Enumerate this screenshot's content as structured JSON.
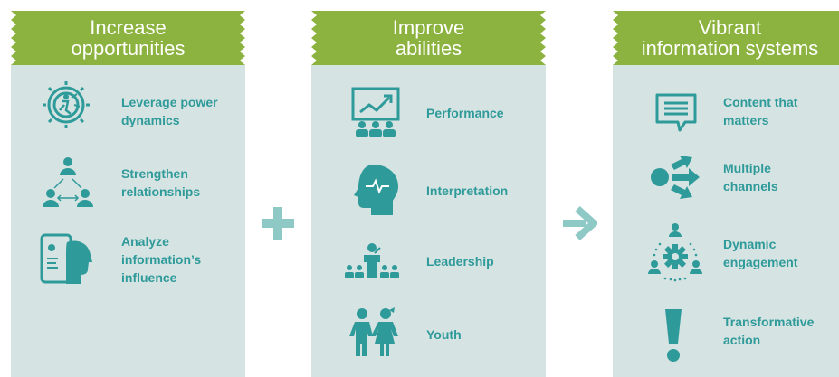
{
  "columns": [
    {
      "header": {
        "line1": "Increase",
        "line2": "opportunities"
      },
      "items": [
        {
          "icon": "gear-person-breaking-chain-icon",
          "line1": "Leverage power",
          "line2": "dynamics"
        },
        {
          "icon": "connected-people-network-icon",
          "line1": "Strengthen",
          "line2": "relationships"
        },
        {
          "icon": "tablet-profile-head-icon",
          "line1": "Analyze",
          "line2": "information’s",
          "line3": "influence"
        }
      ]
    },
    {
      "header": {
        "line1": "Improve",
        "line2": "abilities"
      },
      "items": [
        {
          "icon": "presentation-audience-icon",
          "line1": "Performance"
        },
        {
          "icon": "head-pulse-icon",
          "line1": "Interpretation"
        },
        {
          "icon": "speaker-podium-audience-icon",
          "line1": "Leadership"
        },
        {
          "icon": "boy-girl-icon",
          "line1": "Youth"
        }
      ]
    },
    {
      "header": {
        "line1": "Vibrant",
        "line2": "information systems"
      },
      "items": [
        {
          "icon": "speech-bubble-text-icon",
          "line1": "Content that",
          "line2": "matters"
        },
        {
          "icon": "multiple-arrows-channels-icon",
          "line1": "Multiple",
          "line2": "channels"
        },
        {
          "icon": "gear-people-engagement-icon",
          "line1": "Dynamic",
          "line2": "engagement"
        },
        {
          "icon": "exclamation-mark-icon",
          "line1": "Transformative",
          "line2": "action"
        }
      ]
    }
  ],
  "operators": [
    "plus-icon",
    "arrow-right-icon"
  ],
  "colors": {
    "header_bg": "#8cb33f",
    "panel_bg": "#d5e4e2",
    "accent_teal": "#2f9a9a",
    "operator": "#8fc9c6"
  }
}
